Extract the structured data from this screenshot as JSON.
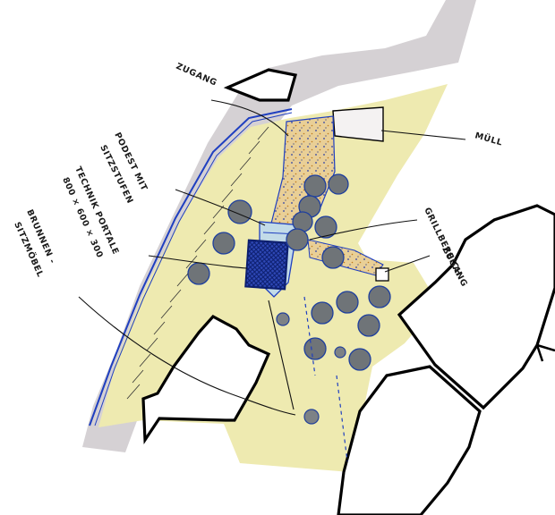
{
  "labels": {
    "zugang_top": "ZUGANG",
    "muell": "MÜLL",
    "podest_line1": "PODEST MIT",
    "podest_line2": "SITZSTUFEN",
    "technik_line1": "TECHNIK PORTALE",
    "technik_line2": "800 × 600 × 300",
    "grillbereich": "GRILLBEREICH",
    "zugang_right": "ZUGANG",
    "brunnen_line1": "BRUNNEN -",
    "brunnen_line2": "SITZMÖBEL"
  },
  "colors": {
    "street": "#d5d1d4",
    "courtyard": "#eeeab0",
    "path": "#e7c98a",
    "platform": "#c2dbe8",
    "technik_fill": "#2e48b6",
    "building_outline": "#000000",
    "blue_edge": "#1f3fc0"
  }
}
